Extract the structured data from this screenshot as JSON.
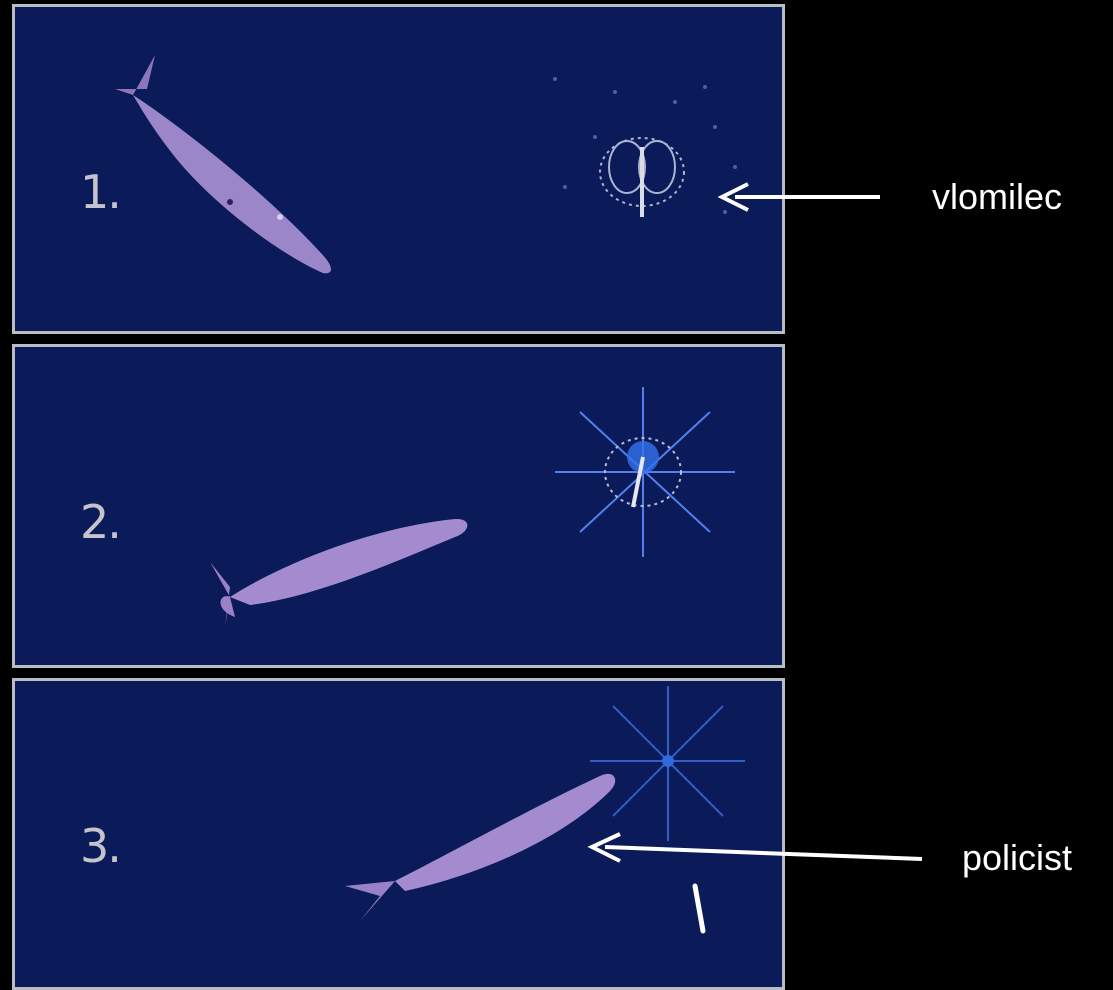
{
  "panels": [
    {
      "number": "1."
    },
    {
      "number": "2."
    },
    {
      "number": "3."
    }
  ],
  "labels": {
    "burglar": "vlomilec",
    "police": "policist"
  },
  "colors": {
    "background": "#000000",
    "panel_fill": "#0b1a58",
    "panel_border": "#b9bcc3",
    "fish": "#a48bd0",
    "flash": "#3a7cff",
    "arrow": "#ffffff"
  }
}
